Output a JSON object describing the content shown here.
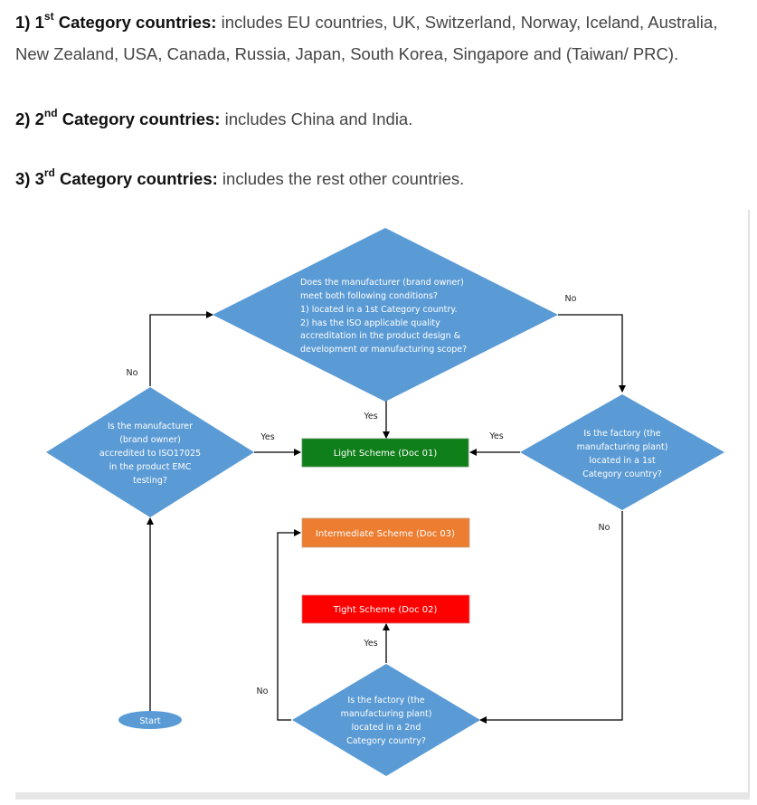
{
  "paragraphs": [
    {
      "num": "1) 1",
      "sup": "st",
      "bold": " Category countries:",
      "line1": " includes EU countries, UK, Switzerland, Norway, Iceland, Australia,",
      "line2": "New Zealand, USA, Canada, Russia, Japan, South Korea, Singapore and (Taiwan/ PRC)."
    },
    {
      "num": "2) 2",
      "sup": "nd",
      "bold": " Category countries:",
      "line1": " includes China and India."
    },
    {
      "num": "3) 3",
      "sup": "rd",
      "bold": " Category countries:",
      "line1": " includes the rest other countries."
    }
  ],
  "flowchart": {
    "colors": {
      "diamond": "#5b9bd5",
      "light": "#0f7f1a",
      "intermediate": "#ed7d31",
      "tight": "#ff0000",
      "start": "#5b9bd5"
    },
    "top_diamond": [
      "Does the manufacturer (brand owner)",
      "meet both following conditions?",
      "1) located in a 1st Category country.",
      "2) has the ISO applicable quality",
      "accreditation in the product design &",
      "development or manufacturing scope?"
    ],
    "left_diamond": [
      "Is the manufacturer",
      "(brand owner)",
      "accredited to ISO17025",
      "in the product EMC",
      "testing?"
    ],
    "right_diamond": [
      "Is the factory  (the",
      "manufacturing plant)",
      "located in a 1st",
      "Category country?"
    ],
    "bottom_diamond": [
      "Is the factory (the",
      "manufacturing plant)",
      "located in a 2nd",
      "Category  country?"
    ],
    "light_scheme": "Light Scheme (Doc 01)",
    "intermediate_scheme": "Intermediate Scheme (Doc 03)",
    "tight_scheme": "Tight Scheme (Doc 02)",
    "start": "Start",
    "labels": {
      "no_top_right": "No",
      "no_left": "No",
      "yes_top": "Yes",
      "yes_left": "Yes",
      "yes_right": "Yes",
      "no_right": "No",
      "yes_bottom": "Yes",
      "no_bottom": "No"
    }
  }
}
